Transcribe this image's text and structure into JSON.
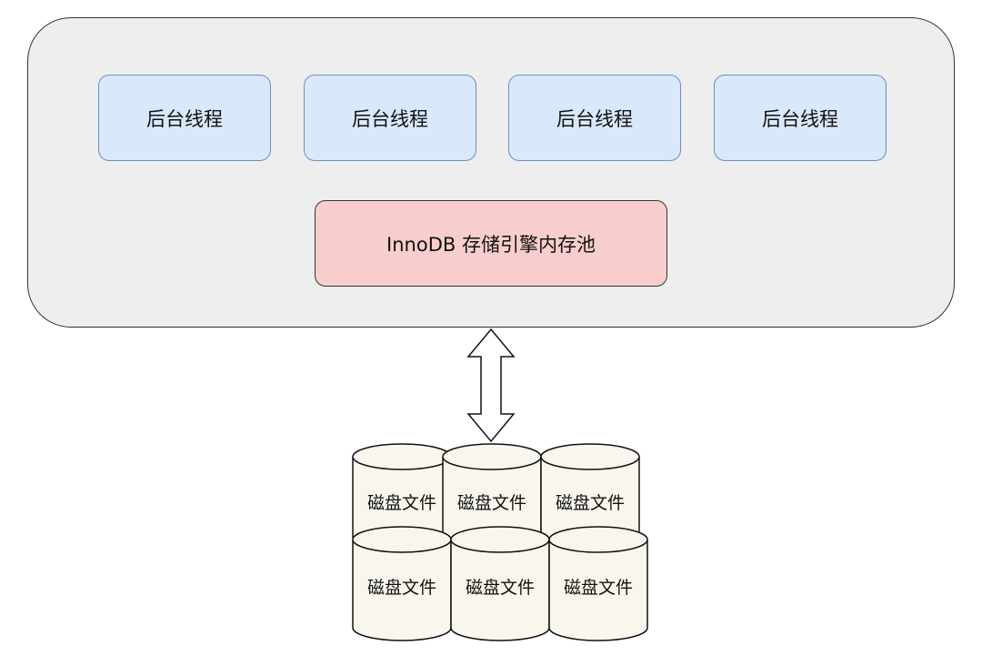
{
  "diagram": {
    "threads": [
      "后台线程",
      "后台线程",
      "后台线程",
      "后台线程"
    ],
    "buffer_pool_label": "InnoDB 存储引擎内存池",
    "disk_files": [
      "磁盘文件",
      "磁盘文件",
      "磁盘文件",
      "磁盘文件",
      "磁盘文件",
      "磁盘文件"
    ]
  },
  "colors": {
    "container_fill": "#eeeeee",
    "thread_fill": "#dae8fc",
    "thread_stroke": "#6c8ebf",
    "buffer_pool_fill": "#f8cecc",
    "disk_fill": "#f9f7ed",
    "stroke": "#333333"
  }
}
